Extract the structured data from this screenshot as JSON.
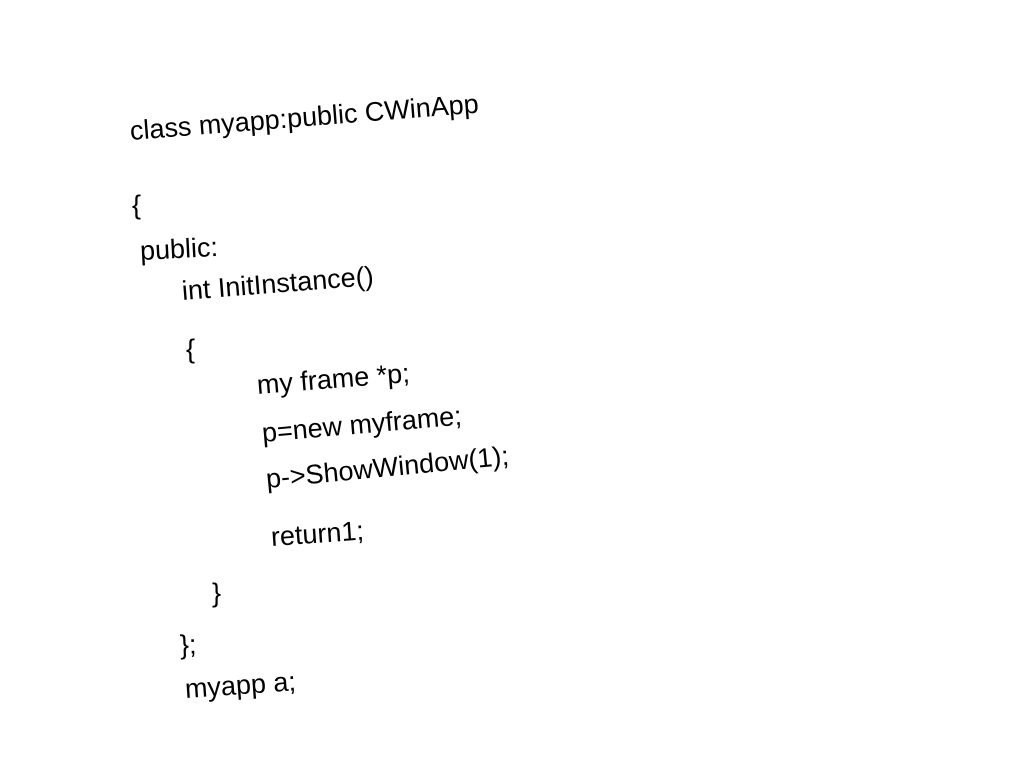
{
  "code": {
    "lines": [
      "class myapp:public CWinApp",
      "{",
      "public:",
      "int InitInstance()",
      "{",
      "my frame *p;",
      "p=new myframe;",
      "p->ShowWindow(1);",
      "return1;",
      "}",
      "};",
      "myapp a;"
    ]
  },
  "colors": {
    "background": "#ffffff",
    "text": "#000000"
  }
}
